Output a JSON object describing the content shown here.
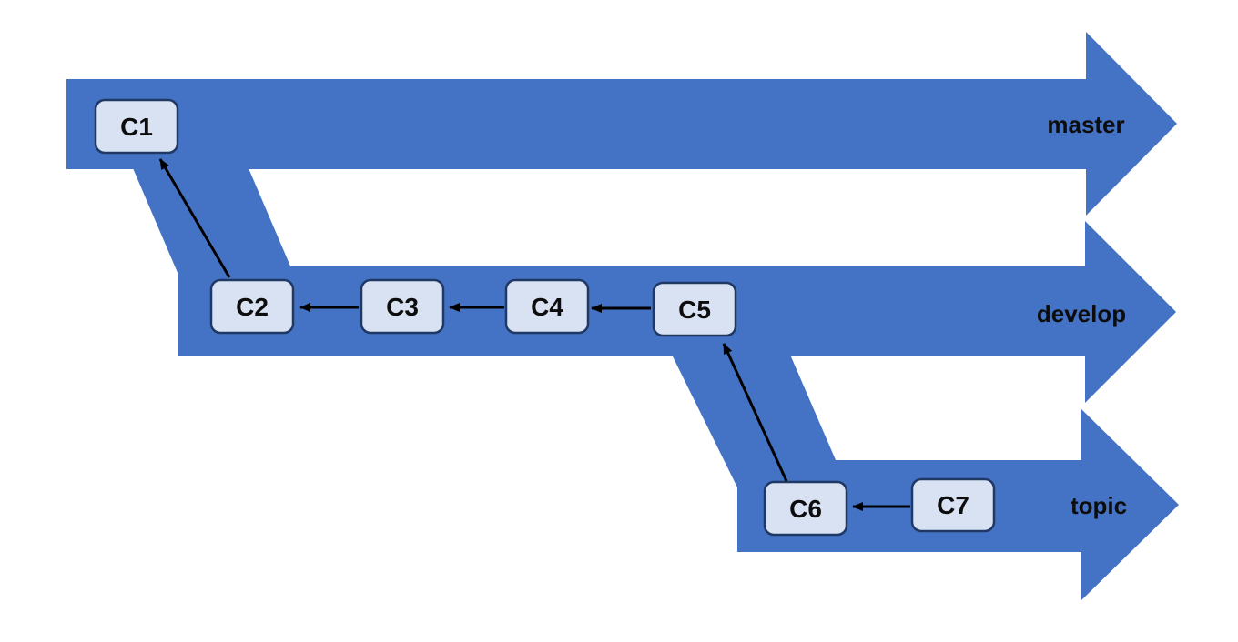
{
  "diagram": {
    "kind": "git-branching-flow"
  },
  "colors": {
    "background": "#FFFFFF",
    "band": "#4472C4",
    "node_fill": "#D9E2F3",
    "node_border": "#1F3864",
    "arrow": "#000000",
    "label": "#0D0D0D"
  },
  "branches": [
    {
      "id": "master",
      "label": "master"
    },
    {
      "id": "develop",
      "label": "develop"
    },
    {
      "id": "topic",
      "label": "topic"
    }
  ],
  "commits": [
    {
      "id": "c1",
      "label": "C1",
      "branch": "master"
    },
    {
      "id": "c2",
      "label": "C2",
      "branch": "develop"
    },
    {
      "id": "c3",
      "label": "C3",
      "branch": "develop"
    },
    {
      "id": "c4",
      "label": "C4",
      "branch": "develop"
    },
    {
      "id": "c5",
      "label": "C5",
      "branch": "develop"
    },
    {
      "id": "c6",
      "label": "C6",
      "branch": "topic"
    },
    {
      "id": "c7",
      "label": "C7",
      "branch": "topic"
    }
  ],
  "edges": [
    {
      "from": "C2",
      "to": "C1"
    },
    {
      "from": "C3",
      "to": "C2"
    },
    {
      "from": "C4",
      "to": "C3"
    },
    {
      "from": "C5",
      "to": "C4"
    },
    {
      "from": "C6",
      "to": "C5"
    },
    {
      "from": "C7",
      "to": "C6"
    }
  ]
}
